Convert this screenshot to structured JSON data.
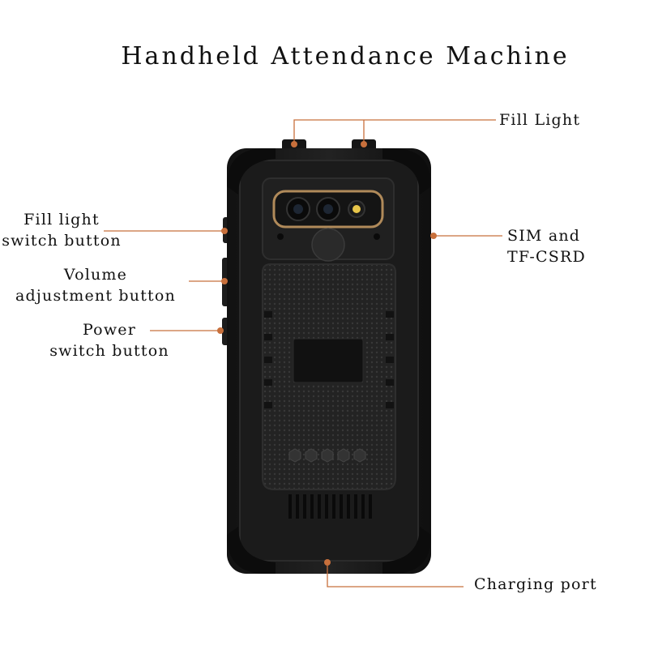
{
  "title": "Handheld Attendance Machine",
  "colors": {
    "accent": "#c8703c",
    "device_body": "#1a1a1a",
    "camera_ring": "#b08a5a"
  },
  "labels": {
    "fill_light": "Fill Light",
    "fill_light_switch": [
      "Fill light",
      "switch button"
    ],
    "volume": [
      "Volume",
      "adjustment button"
    ],
    "power": [
      "Power",
      "switch button"
    ],
    "sim_tf": [
      "SIM and",
      "TF-CSRD"
    ],
    "charging_port": "Charging port"
  }
}
